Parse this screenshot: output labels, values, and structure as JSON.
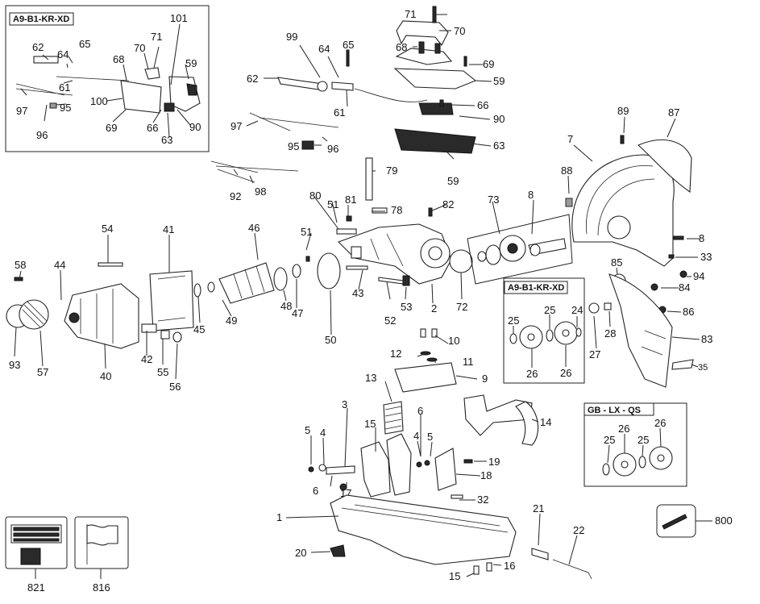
{
  "boxes": {
    "top_left": "A9-B1-KR-XD",
    "mid_right": "A9-B1-KR-XD",
    "lower_right": "GB - LX - QS"
  },
  "callouts": {
    "c101": "101",
    "c62a": "62",
    "c65a": "65",
    "c64a": "64",
    "c71a": "71",
    "c70a": "70",
    "c68a": "68",
    "c59a": "59",
    "c61a": "61",
    "c97a": "97",
    "c100": "100",
    "c95a": "95",
    "c96a": "96",
    "c69a": "69",
    "c66a": "66",
    "c90a": "90",
    "c63a": "63",
    "c99": "99",
    "c64b": "64",
    "c65b": "65",
    "c62b": "62",
    "c61b": "61",
    "c71b": "71",
    "c70b": "70",
    "c68b": "68",
    "c69b": "69",
    "c59b": "59",
    "c66b": "66",
    "c90b": "90",
    "c63b": "63",
    "c59c": "59",
    "c97b": "97",
    "c95b": "95",
    "c96b": "96",
    "c92": "92",
    "c98": "98",
    "c79": "79",
    "c89": "89",
    "c87": "87",
    "c7": "7",
    "c88": "88",
    "c8a": "8",
    "c8b": "8",
    "c33": "33",
    "c94": "94",
    "c85": "85",
    "c84": "84",
    "c86": "86",
    "c83": "83",
    "c35": "35",
    "c28": "28",
    "c27": "27",
    "c80": "80",
    "c51a": "51",
    "c81": "81",
    "c78": "78",
    "c82": "82",
    "c73": "73",
    "c54": "54",
    "c41": "41",
    "c46": "46",
    "c51b": "51",
    "c58": "58",
    "c44": "44",
    "c93": "93",
    "c57": "57",
    "c40": "40",
    "c42": "42",
    "c55": "55",
    "c56": "56",
    "c45": "45",
    "c49": "49",
    "c48": "48",
    "c47": "47",
    "c50": "50",
    "c43": "43",
    "c52": "52",
    "c53": "53",
    "c2": "2",
    "c72": "72",
    "c25a": "25",
    "c25b": "25",
    "c24": "24",
    "c26a": "26",
    "c26b": "26",
    "c10": "10",
    "c12": "12",
    "c11": "11",
    "c9": "9",
    "c13": "13",
    "c14": "14",
    "c3": "3",
    "c5a": "5",
    "c4a": "4",
    "c15a": "15",
    "c6a": "6",
    "c4b": "4",
    "c5b": "5",
    "c6b": "6",
    "c17": "17",
    "c19": "19",
    "c18": "18",
    "c32": "32",
    "c1": "1",
    "c26c": "26",
    "c26d": "26",
    "c25c": "25",
    "c25d": "25",
    "c21": "21",
    "c22": "22",
    "c800": "800",
    "c20": "20",
    "c15b": "15",
    "c16": "16",
    "c821": "821",
    "c816": "816"
  },
  "icons": {
    "manual": "manual-booklet-icon",
    "flag": "flag-label-icon"
  }
}
